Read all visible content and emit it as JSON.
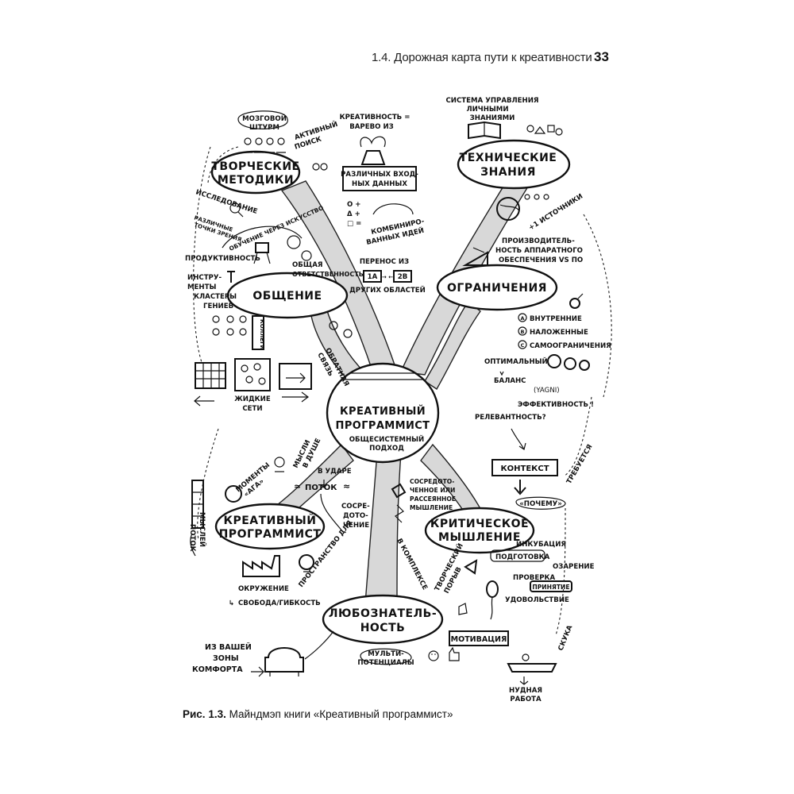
{
  "header": {
    "title": "1.4. Дорожная карта пути к креативности",
    "page_number": "33"
  },
  "caption": {
    "label": "Рис. 1.3.",
    "text": "Майндмэп книги «Креативный программист»"
  },
  "center": {
    "line1": "КРЕАТИВНЫЙ",
    "line2": "ПРОГРАММИСТ",
    "subtitle1": "ОБЩЕСИСТЕМНЫЙ",
    "subtitle2": "ПОДХОД"
  },
  "hubs": {
    "methods": [
      "ТВОРЧЕСКИЕ",
      "МЕТОДИКИ"
    ],
    "tech": [
      "ТЕХНИЧЕСКИЕ",
      "ЗНАНИЯ"
    ],
    "communication": "ОБЩЕНИЕ",
    "constraints": "ОГРАНИЧЕНИЯ",
    "creative_state": [
      "КРЕАТИВНЫЙ",
      "ПРОГРАММИСТ"
    ],
    "critical": [
      "КРИТИЧЕСКОЕ",
      "МЫШЛЕНИЕ"
    ],
    "curiosity": [
      "ЛЮБОЗНАТЕЛЬ-",
      "НОСТЬ"
    ]
  },
  "labels": {
    "brainstorm": [
      "МОЗГОВОЙ",
      "ШТУРМ"
    ],
    "active_search": [
      "АКТИВНЫЙ",
      "ПОИСК"
    ],
    "creativity_eq": [
      "КРЕАТИВНОСТЬ =",
      "ВАРЕВО ИЗ"
    ],
    "inputs": [
      "РАЗЛИЧНЫХ ВХОД-",
      "НЫХ ДАННЫХ"
    ],
    "research": "ИССЛЕДОВАНИЕ",
    "viewpoints": [
      "РАЗЛИЧНЫЕ",
      "ТОЧКИ ЗРЕНИЯ"
    ],
    "art_learning": "ОБУЧЕНИЕ ЧЕРЕЗ ИСКУССТВО",
    "combining": [
      "КОМБИНИРО-",
      "ВАННЫХ ИДЕЙ"
    ],
    "transfer": [
      "ПЕРЕНОС ИЗ",
      "ДРУГИХ ОБЛАСТЕЙ"
    ],
    "pkm": [
      "СИСТЕМА УПРАВЛЕНИЯ",
      "ЛИЧНЫМИ",
      "ЗНАНИЯМИ"
    ],
    "plus_source": "+1 ИСТОЧНИКИ",
    "hw_perf": [
      "ПРОИЗВОДИТЕЛЬ-",
      "НОСТЬ АППАРАТНОГО",
      "ОБЕСПЕЧЕНИЯ VS ПО"
    ],
    "productivity": "ПРОДУКТИВНОСТЬ",
    "tools": [
      "ИНСТРУ-",
      "МЕНТЫ"
    ],
    "genius_clusters": [
      "КЛАСТЕРЫ",
      "ГЕНИЕВ"
    ],
    "shared_resp": [
      "ОБЩАЯ",
      "ОТВЕТСТВЕННОСТЬ"
    ],
    "feedback": [
      "ОБРАТНАЯ",
      "СВЯЗЬ"
    ],
    "colleagues": "КОЛЛЕГИ",
    "liquid_nets": [
      "ЖИДКИЕ",
      "СЕТИ"
    ],
    "inner": "ВНУТРЕННИЕ",
    "imposed": "НАЛОЖЕННЫЕ",
    "self_imposed": "САМООГРАНИЧЕНИЯ",
    "marker_a": "A",
    "marker_b": "B",
    "marker_c": "C",
    "optimal": "ОПТИМАЛЬНЫЙ",
    "balance": "БАЛАНС",
    "yagni": "(YAGNI)",
    "efficiency": "ЭФФЕКТИВНОСТЬ !",
    "relevance": "РЕЛЕВАНТНОСТЬ?",
    "aha": [
      "МОМЕНТЫ",
      "«АГА»"
    ],
    "shower": [
      "МЫСЛИ",
      "В ДУШЕ"
    ],
    "in_shock": "В УДАРЕ",
    "flow": "ПОТОК",
    "focus": [
      "СОСРЕ-",
      "ДОТО-",
      "ЧЕНИЕ"
    ],
    "focused_diffuse": [
      "СОСРЕДОТО-",
      "ЧЕННОЕ ИЛИ",
      "РАССЕЯННОЕ",
      "МЫШЛЕНИЕ"
    ],
    "context": "КОНТЕКСТ",
    "required": "ТРЕБУЕТСЯ",
    "why": "«ПОЧЕМУ»",
    "incubation": "ИНКУБАЦИЯ",
    "preparation": "ПОДГОТОВКА",
    "insight": "ОЗАРЕНИЕ",
    "check": "ПРОВЕРКА",
    "acceptance": "ПРИНЯТИЕ",
    "satisfaction": "УДОВОЛЬСТВИЕ",
    "boredom": "СКУКА",
    "boring_work": [
      "НУДНАЯ",
      "РАБОТА"
    ],
    "thought_flow": [
      "ПОТОК",
      "МЫСЛЕЙ"
    ],
    "environment": "ОКРУЖЕНИЕ",
    "freedom": "СВОБОДА/ГИБКОСТЬ",
    "space_for": "ПРОСТРАНСТВО ДЛЯ",
    "complex": "В КОМПЛЕКСЕ",
    "creative_burst": [
      "ТВОРЧЕСКИЙ",
      "ПОРЫВ"
    ],
    "motivation": "МОТИВАЦИЯ",
    "multipotential": [
      "МУЛЬТИ-",
      "ПОТЕНЦИАЛЫ"
    ],
    "comfort_zone": [
      "ИЗ ВАШЕЙ",
      "ЗОНЫ",
      "КОМФОРТА"
    ]
  },
  "symbols": {
    "plus_o": "O +",
    "plus_tri": "Δ +",
    "eq_sq": "□ =",
    "ab1": "1A",
    "ab2": "2B",
    "arrow_pair": "→ ←"
  }
}
